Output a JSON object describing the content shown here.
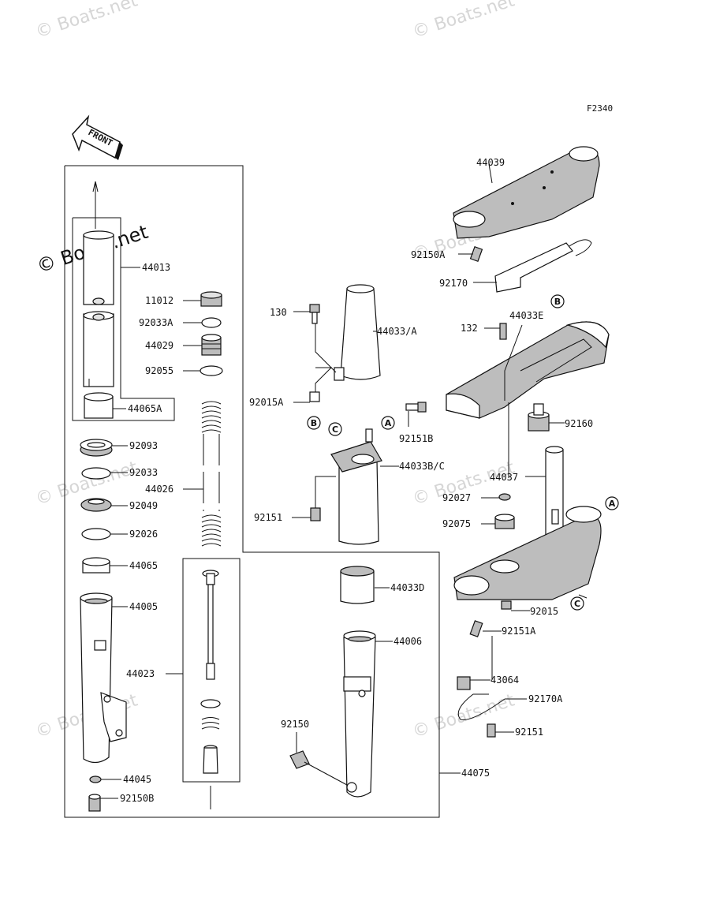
{
  "diagram": {
    "figure_code": "F2340",
    "front_label": "FRONT",
    "watermarks": [
      "© Boats.net",
      "© Boats.net",
      "© Boats.net",
      "© Boats.net",
      "© Boats.net",
      "© Boats.net",
      "© Boats.net",
      "© Boats.net"
    ],
    "parts": [
      "44039",
      "92150A",
      "92170",
      "130",
      "44033/A",
      "132",
      "44033E",
      "B",
      "92015A",
      "92151B",
      "A",
      "B",
      "C",
      "44033B/C",
      "92160",
      "44037",
      "92027",
      "92075",
      "A",
      "92151",
      "C",
      "92015",
      "92151A",
      "43064",
      "92170A",
      "92151",
      "44033D",
      "44006",
      "92150",
      "44075",
      "44013",
      "11012",
      "92033A",
      "44029",
      "92055",
      "44065A",
      "92093",
      "92033",
      "44026",
      "92049",
      "92026",
      "44065",
      "44005",
      "44023",
      "44045",
      "92150B"
    ]
  }
}
